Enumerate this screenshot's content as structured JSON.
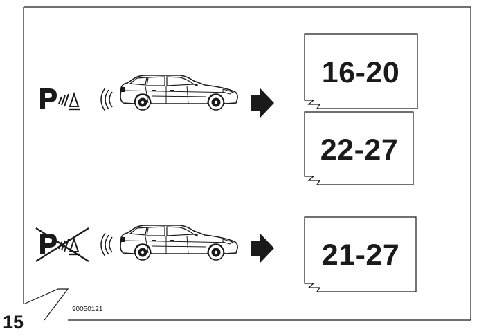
{
  "page_number": "15",
  "reference_code": "90050121",
  "rows": [
    {
      "condition": "with-parking-sensor-icon",
      "references": [
        "16-20",
        "22-27"
      ]
    },
    {
      "condition": "without-parking-sensor-icon",
      "references": [
        "21-27"
      ]
    }
  ],
  "icons": {
    "sensor": "parking-sensor-symbol",
    "car": "estate-car",
    "signal": "sound-waves",
    "arrow": "right-arrow"
  },
  "colors": {
    "ink": "#1a1a1a",
    "background": "#ffffff"
  }
}
